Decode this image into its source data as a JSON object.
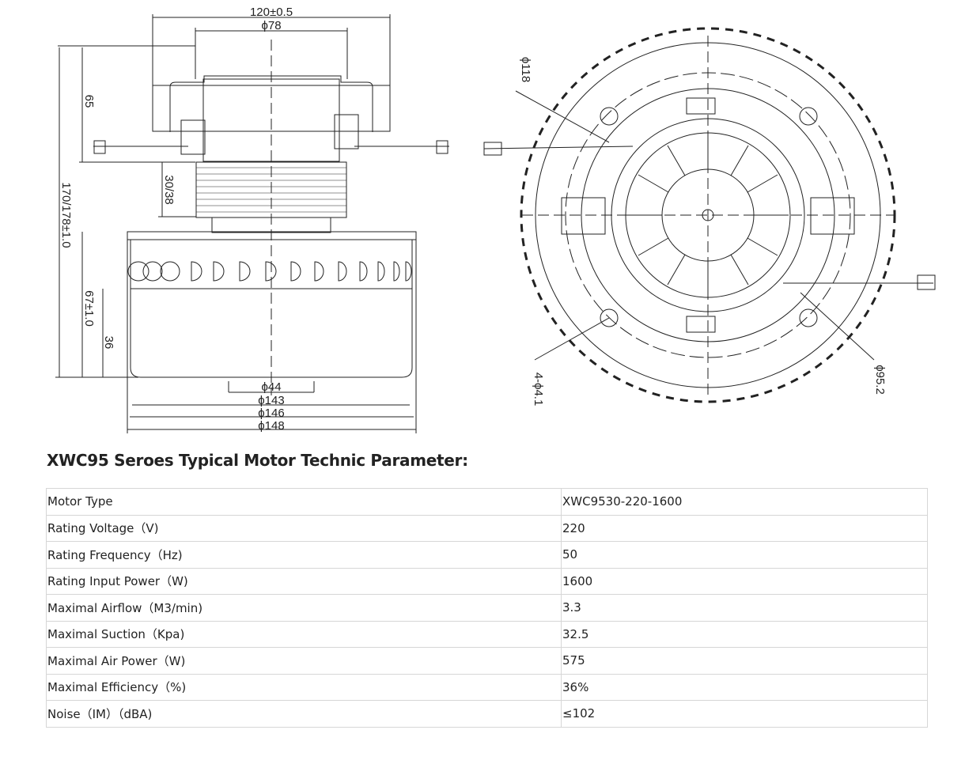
{
  "drawing": {
    "side_view": {
      "dim_width": "120±0.5",
      "dim_top_dia": "ϕ78",
      "dim_top_height": "65",
      "dim_stack": "30/38",
      "dim_total_height": "170/178±1.0",
      "dim_fan_height": "67±1.0",
      "dim_fan_lower": "36",
      "dim_dia_44": "ϕ44",
      "dim_dia_143": "ϕ143",
      "dim_dia_146": "ϕ146",
      "dim_dia_148": "ϕ148"
    },
    "top_view": {
      "dim_outer": "ϕ118",
      "dim_holes": "4-ϕ4.1",
      "dim_pitch": "ϕ95.2"
    }
  },
  "title": "XWC95 Seroes Typical Motor Technic Parameter:",
  "parameters": [
    {
      "label": "Motor Type",
      "value": "XWC9530-220-1600"
    },
    {
      "label": "Rating Voltage（V)",
      "value": "220"
    },
    {
      "label": "Rating Frequency（Hz)",
      "value": "50"
    },
    {
      "label": "Rating Input Power（W)",
      "value": "1600"
    },
    {
      "label": "Maximal Airflow（M3/min)",
      "value": "3.3"
    },
    {
      "label": "Maximal Suction（Kpa)",
      "value": "32.5"
    },
    {
      "label": "Maximal Air Power（W)",
      "value": "575"
    },
    {
      "label": "Maximal Efficiency（%)",
      "value": "36%"
    },
    {
      "label": "Noise（IM）（dBA)",
      "value": "≤102"
    }
  ]
}
